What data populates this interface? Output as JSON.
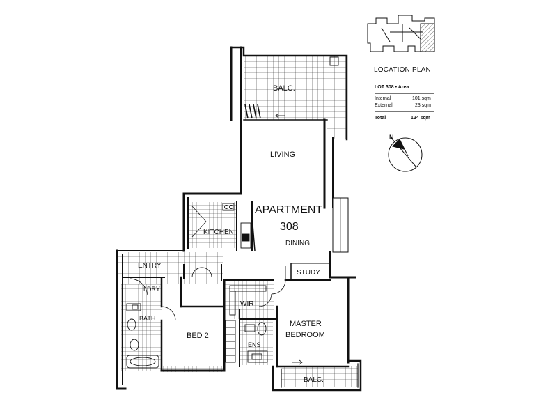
{
  "plan": {
    "apartment_line1": "APARTMENT",
    "apartment_line2": "308",
    "rooms": {
      "balcony_top": "BALC.",
      "living": "LIVING",
      "kitchen": "KITCHEN",
      "dining": "DINING",
      "study": "STUDY",
      "entry": "ENTRY",
      "ldry": "LDRY",
      "bath": "BATH",
      "bed2": "BED 2",
      "wir": "WIR",
      "master_line1": "MASTER",
      "master_line2": "BEDROOM",
      "ens": "ENS",
      "balcony_bottom": "BALC."
    }
  },
  "location_plan": {
    "title": "LOCATION PLAN",
    "lot_label": "LOT 308 • Area",
    "rows": [
      {
        "label": "Internal",
        "value": "101 sqm"
      },
      {
        "label": "External",
        "value": "23 sqm"
      }
    ],
    "total_label": "Total",
    "total_value": "124 sqm"
  },
  "compass": {
    "north_label": "N"
  },
  "colors": {
    "wall": "#111111",
    "tile": "#333333",
    "accent": "#555555"
  }
}
